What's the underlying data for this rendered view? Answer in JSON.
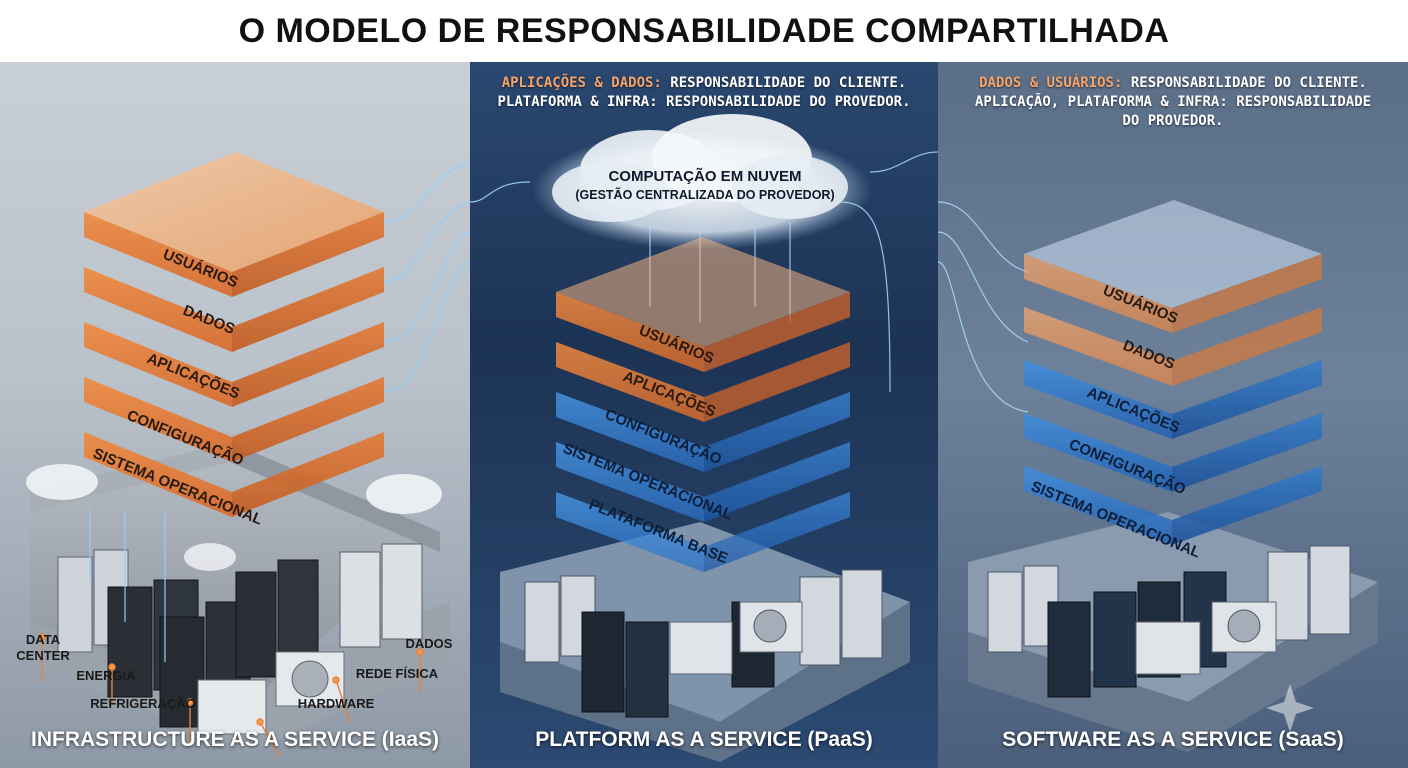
{
  "title": "O MODELO DE RESPONSABILIDADE COMPARTILHADA",
  "iaas": {
    "footer": "INFRASTRUCTURE AS A SERVICE (IaaS)",
    "layers": [
      "USUÁRIOS",
      "DADOS",
      "APLICAÇÕES",
      "CONFIGURAÇÃO",
      "SISTEMA OPERACIONAL"
    ],
    "infra_labels": {
      "data_center_1": "DATA",
      "data_center_2": "CENTER",
      "energia": "ENERGIA",
      "refrigeracao": "REFRIGERAÇÃO",
      "hardware": "HARDWARE",
      "rede_fisica": "REDE FÍSICA",
      "dados": "DADOS"
    }
  },
  "paas": {
    "footer": "PLATFORM AS A SERVICE (PaaS)",
    "header_highlight": "APLICAÇÕES & DADOS:",
    "header_line1_rest": " RESPONSABILIDADE DO CLIENTE.",
    "header_line2": "PLATAFORMA & INFRA: RESPONSABILIDADE DO PROVEDOR.",
    "layers": [
      "USUÁRIOS",
      "APLICAÇÕES",
      "CONFIGURAÇÃO",
      "SISTEMA OPERACIONAL",
      "PLATAFORMA BASE"
    ]
  },
  "saas": {
    "footer": "SOFTWARE AS A SERVICE (SaaS)",
    "header_highlight": "DADOS & USUÁRIOS:",
    "header_line1_rest": "  RESPONSABILIDADE DO CLIENTE.",
    "header_line2": "APLICAÇÃO, PLATAFORMA & INFRA: RESPONSABILIDADE",
    "header_line3": "DO PROVEDOR.",
    "layers": [
      "USUÁRIOS",
      "DADOS",
      "APLICAÇÕES",
      "CONFIGURAÇÃO",
      "SISTEMA OPERACIONAL"
    ]
  },
  "cloud": {
    "line1": "COMPUTAÇÃO EM NUVEM",
    "line2": "(GESTÃO CENTRALIZADA DO PROVEDOR)"
  },
  "colors": {
    "client_orange": "#f08a3e",
    "provider_blue": "#3f8fe0",
    "highlight_orange": "#f4a36a"
  }
}
